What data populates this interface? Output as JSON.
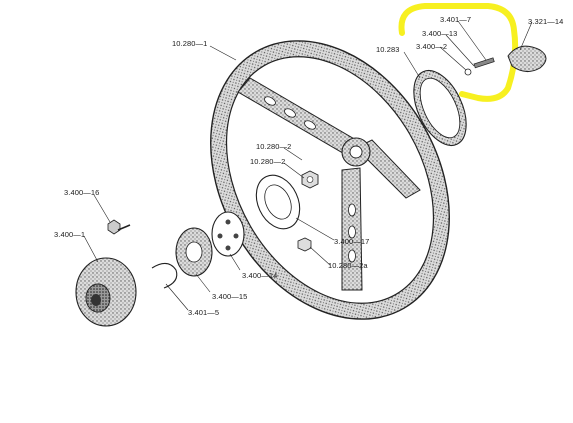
{
  "diagram": {
    "labels": {
      "wheel": "10.280—1",
      "horn_ring": "10.283",
      "screw_7": "3.401—7",
      "screw_13": "3.400—13",
      "washer_2_top": "3.400—2",
      "contact_14": "3.321—14",
      "nut_2a": "10.280—2",
      "nut_2b": "10.280—2",
      "screw_16": "3.400—16",
      "cap_1": "3.400—1",
      "plate_17": "3.400—17",
      "nut_2a_low": "10.280—2a",
      "disc_14": "3.400—14",
      "hub_15": "3.400—15",
      "clip_5": "3.401—5"
    },
    "highlight_color": "#f7f020"
  }
}
